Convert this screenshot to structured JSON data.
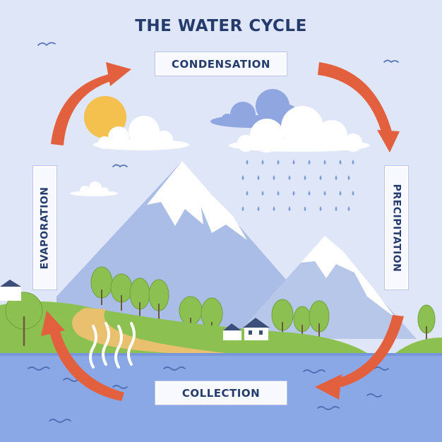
{
  "title": "THE WATER CYCLE",
  "stages": {
    "condensation": "CONDENSATION",
    "precipitation": "PRECIPITATION",
    "collection": "COLLECTION",
    "evaporation": "EVAPORATION"
  },
  "colors": {
    "background": "#dfe6f8",
    "title_text": "#243b6b",
    "arrow": "#e2603e",
    "sun": "#f4c04e",
    "cloud": "#ffffff",
    "dark_cloud": "#8fa6e0",
    "rain": "#7e9dd6",
    "mountain": "#a9bde6",
    "snow": "#ffffff",
    "grass": "#8cc152",
    "path": "#e8c06e",
    "water": "#8aa7e6",
    "tree": "#8cc152"
  },
  "icons": [
    "sun-icon",
    "cloud-icon",
    "raincloud-icon",
    "raindrop-icon",
    "bird-icon",
    "tree-icon",
    "house-icon",
    "steam-icon",
    "wave-icon",
    "cycle-arrow-icon"
  ]
}
